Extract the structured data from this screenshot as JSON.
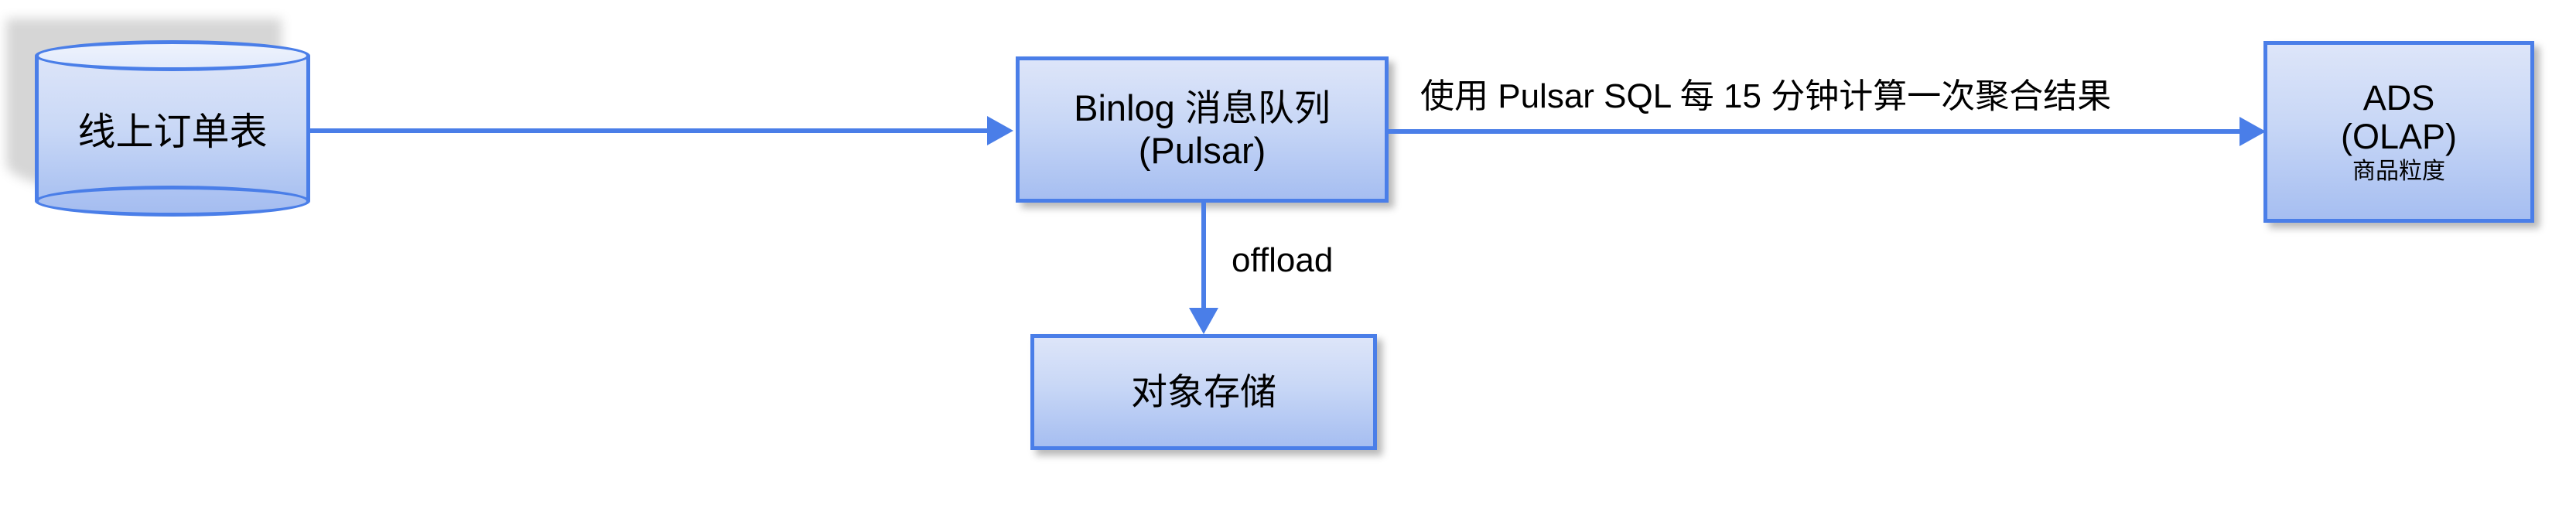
{
  "diagram": {
    "type": "flowchart",
    "background_color": "#ffffff",
    "accent_color": "#4a7ee8",
    "node_fill_top": "#dde5f9",
    "node_fill_bottom": "#a6bef1",
    "nodes": [
      {
        "id": "source-db",
        "shape": "cylinder",
        "label": "线上订单表"
      },
      {
        "id": "pulsar",
        "shape": "rectangle",
        "label": "Binlog 消息队列\n(Pulsar)"
      },
      {
        "id": "ads",
        "shape": "rectangle",
        "label": "ADS\n(OLAP)",
        "sublabel": "商品粒度"
      },
      {
        "id": "object-storage",
        "shape": "rectangle",
        "label": "对象存储"
      }
    ],
    "edges": [
      {
        "id": "db-to-pulsar",
        "from": "source-db",
        "to": "pulsar",
        "label": "",
        "direction": "right"
      },
      {
        "id": "pulsar-to-ads",
        "from": "pulsar",
        "to": "ads",
        "label": "使用 Pulsar SQL 每 15 分钟计算一次聚合结果",
        "direction": "right"
      },
      {
        "id": "pulsar-to-objectstorage",
        "from": "pulsar",
        "to": "object-storage",
        "label": "offload",
        "direction": "down"
      }
    ]
  }
}
